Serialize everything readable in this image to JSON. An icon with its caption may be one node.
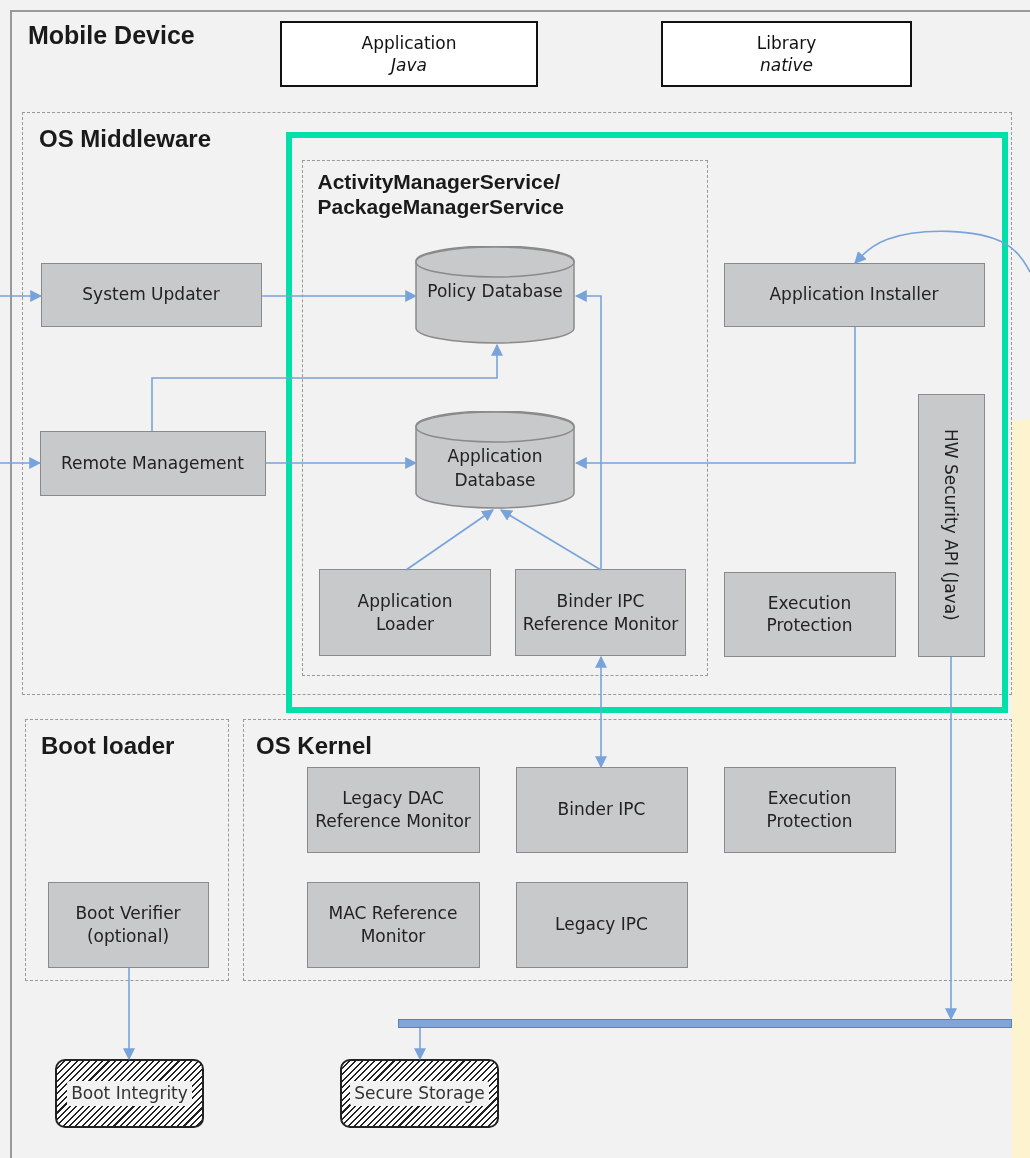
{
  "diagram": {
    "nodes": [
      {
        "text": [
          "Mobile Device"
        ]
      },
      {
        "text": [
          "Application",
          "Java"
        ],
        "in": 0
      },
      {
        "text": [
          "Library",
          "native"
        ],
        "in": 0
      },
      {
        "text": [
          "OS Middleware"
        ],
        "in": 0
      },
      {
        "text": [
          "ActivityManagerService/ PackageManagerService"
        ],
        "in": 3
      },
      {
        "text": [
          "Policy Database"
        ],
        "in": 4
      },
      {
        "text": [
          "Application Database"
        ],
        "in": 4
      },
      {
        "text": [
          "Application Loader"
        ],
        "in": 4
      },
      {
        "text": [
          "Binder IPC Reference Monitor"
        ],
        "in": 4
      },
      {
        "text": [
          "System Updater"
        ],
        "in": 3
      },
      {
        "text": [
          "Remote Management"
        ],
        "in": 3
      },
      {
        "text": [
          "Application Installer"
        ],
        "in": 3
      },
      {
        "text": [
          "Execution Protection"
        ],
        "in": 3
      },
      {
        "text": [
          "HW Security API (Java)"
        ],
        "in": 3
      },
      {
        "text": [
          "Boot loader"
        ],
        "in": 0
      },
      {
        "text": [
          "Boot Verifier (optional)"
        ],
        "in": 14
      },
      {
        "text": [
          "OS Kernel"
        ],
        "in": 0
      },
      {
        "text": [
          "Legacy DAC Reference Monitor"
        ],
        "in": 16
      },
      {
        "text": [
          "Binder IPC"
        ],
        "in": 16
      },
      {
        "text": [
          "Execution Protection"
        ],
        "in": 16
      },
      {
        "text": [
          "MAC Reference Monitor"
        ],
        "in": 16
      },
      {
        "text": [
          "Legacy IPC"
        ],
        "in": 16
      },
      {
        "text": [],
        "shape": "bar",
        "in": 0
      },
      {
        "text": [
          "Boot Integrity"
        ],
        "in": 0
      },
      {
        "text": [
          "Secure Storage"
        ],
        "in": 0
      }
    ],
    "edges": [
      {
        "from": null,
        "to": 9,
        "arrow": "to"
      },
      {
        "from": null,
        "to": 10,
        "arrow": "to"
      },
      {
        "from": 9,
        "to": 5,
        "arrow": "to"
      },
      {
        "from": 10,
        "to": 5,
        "arrow": "to"
      },
      {
        "from": 10,
        "to": 6,
        "arrow": "to"
      },
      {
        "from": 11,
        "to": 6,
        "arrow": "to"
      },
      {
        "from": 7,
        "to": 6,
        "arrow": "to"
      },
      {
        "from": 8,
        "to": 6,
        "arrow": "to"
      },
      {
        "from": 8,
        "to": 5,
        "arrow": "to"
      },
      {
        "from": 8,
        "to": 18,
        "arrow": "both"
      },
      {
        "from": 13,
        "to": 22,
        "arrow": "to"
      },
      {
        "from": 15,
        "to": 23,
        "arrow": "to"
      },
      {
        "from": 22,
        "to": 24,
        "arrow": "to"
      },
      {
        "from": null,
        "to": 11,
        "arrow": "to"
      }
    ]
  }
}
